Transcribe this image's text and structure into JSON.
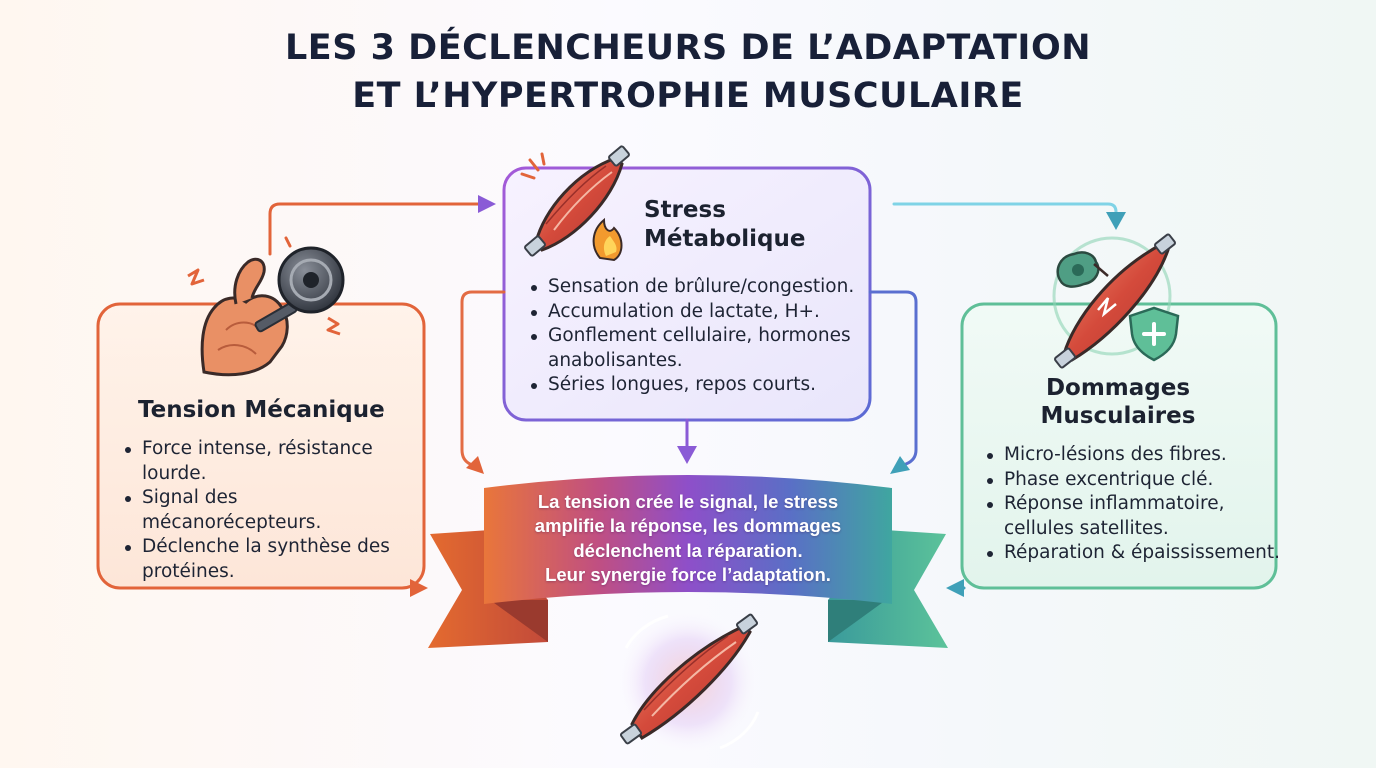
{
  "title": {
    "line1": "LES 3 DÉCLENCHEURS DE L’ADAPTATION",
    "line2": "ET L’HYPERTROPHIE MUSCULAIRE"
  },
  "tension": {
    "heading": "Tension Mécanique",
    "items": [
      "Force intense, résistance lourde.",
      "Signal des mécanorécepteurs.",
      "Déclenche la synthèse des protéines."
    ]
  },
  "stress": {
    "heading_line1": "Stress",
    "heading_line2": "Métabolique",
    "items": [
      "Sensation de brûlure/congestion.",
      "Accumulation de lactate, H+.",
      "Gonflement cellulaire, hormones anabolisantes.",
      "Séries longues, repos courts."
    ]
  },
  "dommages": {
    "heading_line1": "Dommages",
    "heading_line2": "Musculaires",
    "items": [
      "Micro-lésions des fibres.",
      "Phase excentrique clé.",
      "Réponse inflammatoire, cellules satellites.",
      "Réparation & épaississement."
    ]
  },
  "banner": {
    "line1": "La tension crée le signal, le stress",
    "line2": "amplifie la réponse, les dommages",
    "line3": "déclenchent la réparation.",
    "line4": "Leur synergie force l’adaptation."
  },
  "colors": {
    "tension": "#e2643a",
    "stress": "#8a5bd6",
    "stress_blue": "#5a6fd0",
    "dommages": "#5fbf98",
    "teal": "#3fa0b8",
    "muscle": "#d9503f",
    "title": "#182038"
  },
  "icons": {
    "tension": "flexed-arm-dumbbell-icon",
    "stress": "muscle-fire-icon",
    "dommages": "damaged-muscle-shield-icon",
    "center": "glowing-muscle-icon"
  }
}
